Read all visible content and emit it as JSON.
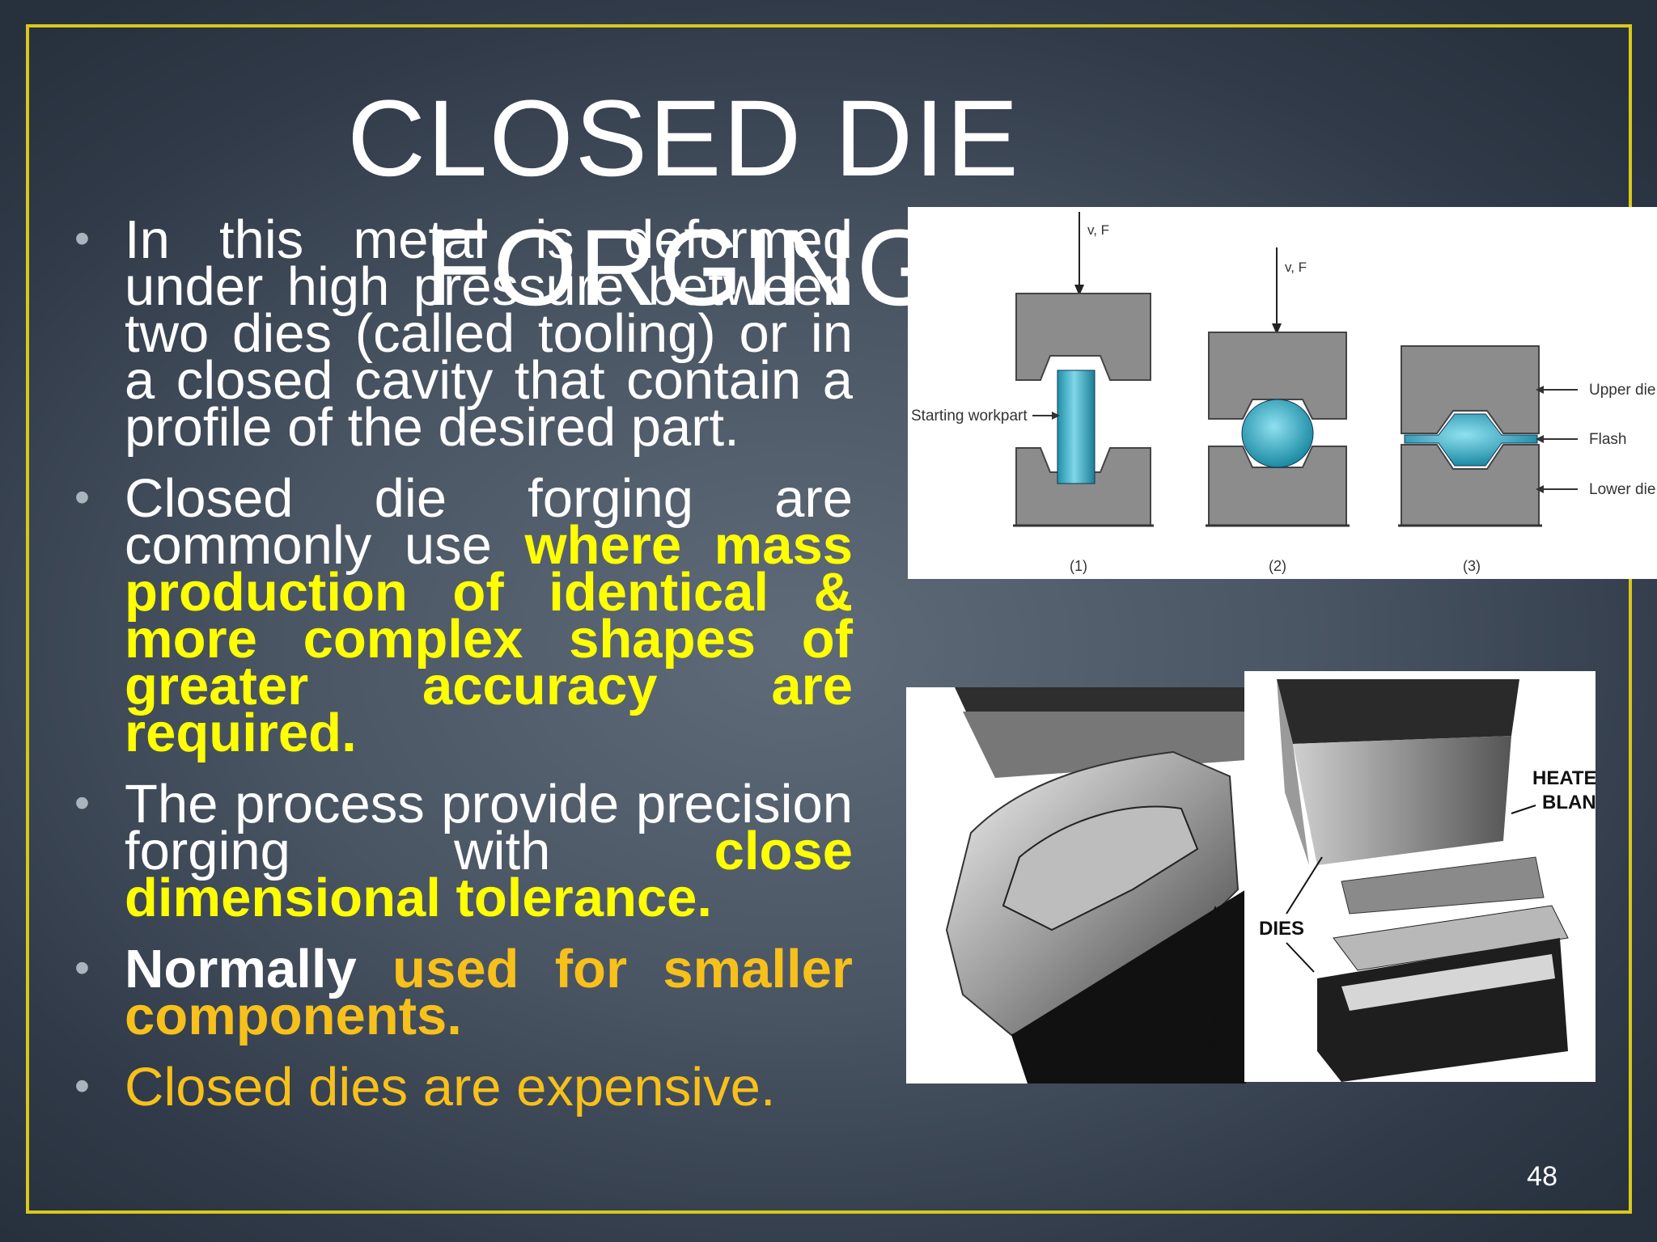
{
  "slide": {
    "title_line1": "CLOSED DIE",
    "title_line2": "FORGING",
    "page_number": "48"
  },
  "bullets": {
    "b1": "In this metal is deformed under high pressure between two dies (called tooling) or in a closed cavity that contain a profile of the desired part.",
    "b2_plain": "Closed die forging are commonly use ",
    "b2_highlight": "where mass production of identical & more complex shapes of greater accuracy are required.",
    "b3_plain": "The process provide precision forging with ",
    "b3_highlight": "close dimensional tolerance.",
    "b4_bold": "Normally ",
    "b4_highlight": "used for smaller components.",
    "b5": "Closed dies are expensive."
  },
  "figure1": {
    "force_label_1": "v, F",
    "force_label_2": "v, F",
    "starting_workpart": "Starting workpart",
    "upper_die": "Upper die",
    "flash": "Flash",
    "lower_die": "Lower die",
    "step1": "(1)",
    "step2": "(2)",
    "step3": "(3)",
    "colors": {
      "die": "#8c8c8c",
      "workpart": "#2aa6c0"
    }
  },
  "figure2": {
    "flash_label": "FLASH"
  },
  "figure3": {
    "heated_blank_1": "HEATED",
    "heated_blank_2": "BLANK",
    "dies_label": "DIES"
  }
}
